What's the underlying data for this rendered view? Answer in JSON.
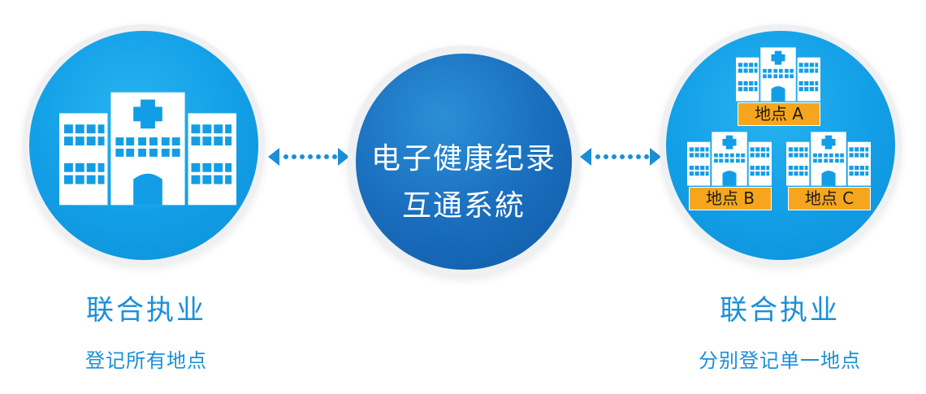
{
  "center": {
    "line1": "电子健康纪录",
    "line2": "互通系統"
  },
  "left": {
    "title": "联合执业",
    "subtitle": "登记所有地点"
  },
  "right": {
    "title": "联合执业",
    "subtitle": "分别登记单一地点",
    "locations": [
      "地点 A",
      "地点 B",
      "地点 C"
    ]
  },
  "colors": {
    "circle_blue": "#129ee6",
    "center_blue": "#1a6fbe",
    "label_orange": "#f6a61c",
    "caption_blue": "#1a8fd8"
  },
  "icons": [
    "hospital-icon",
    "arrow-left-icon",
    "arrow-right-icon"
  ]
}
